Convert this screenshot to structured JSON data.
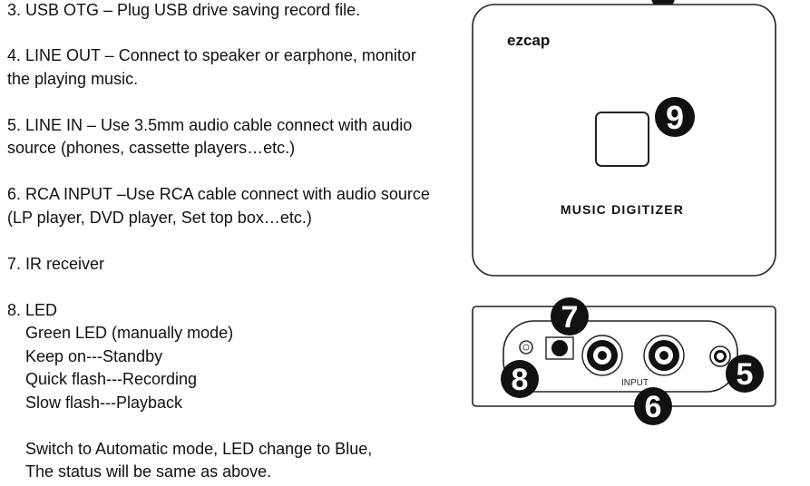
{
  "instructions": {
    "item3": "3. USB OTG – Plug USB drive saving record file.",
    "item4_line1": "4. LINE OUT – Connect to speaker or earphone, monitor",
    "item4_line2": "the playing music.",
    "item5_line1": "5. LINE IN – Use 3.5mm audio cable connect with audio",
    "item5_line2": "source (phones, cassette players…etc.)",
    "item6_line1": "6. RCA INPUT –Use RCA cable connect with audio source",
    "item6_line2": "(LP player, DVD player, Set top box…etc.)",
    "item7": "7. IR receiver",
    "item8": "8. LED",
    "led_green": "Green LED (manually mode)",
    "led_standby": "Keep on---Standby",
    "led_recording": "Quick flash---Recording",
    "led_playback": "Slow flash---Playback",
    "auto_mode_line1": "Switch to Automatic mode, LED change to Blue,",
    "auto_mode_line2": "The status will be same as above."
  },
  "device_top": {
    "brand": "ezcap",
    "product_name": "MUSIC DIGITIZER",
    "callout_9": "9"
  },
  "device_front": {
    "input_label": "INPUT",
    "callout_5": "5",
    "callout_6": "6",
    "callout_7": "7",
    "callout_8": "8"
  }
}
